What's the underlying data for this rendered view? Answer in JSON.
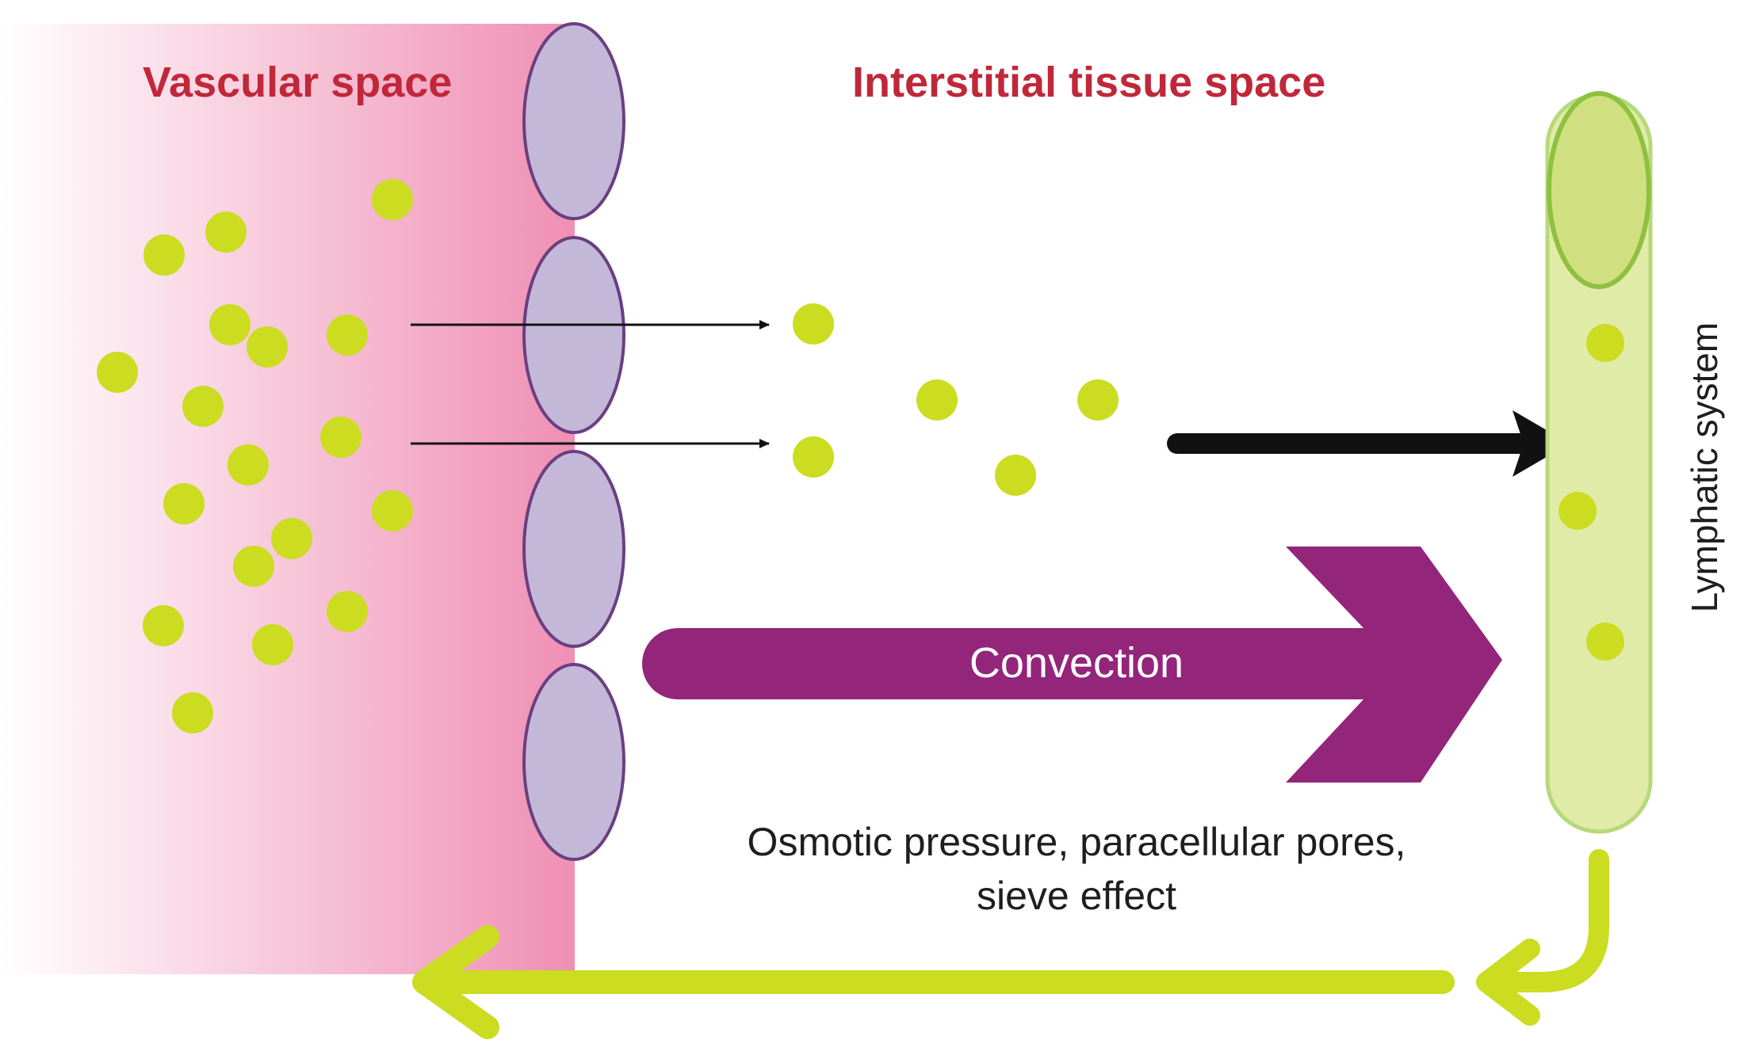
{
  "labels": {
    "vascular_space": "Vascular space",
    "interstitial_space": "Interstitial tissue space",
    "lymphatic_system": "Lymphatic system",
    "convection": "Convection",
    "mechanism_line1": "Osmotic pressure, paracellular pores,",
    "mechanism_line2": "sieve effect"
  },
  "colors": {
    "title_text": "#c0283a",
    "vascular_gradient_start": "#ffffff",
    "vascular_gradient_end": "#ef8fb4",
    "endothelial_cell_fill": "#c4b8d9",
    "endothelial_cell_stroke": "#6a3f80",
    "particle": "#cbdc21",
    "convection_arrow": "#93257a",
    "lymph_vessel_fill": "#e0eba8",
    "lymph_vessel_stroke": "#b6d97a",
    "lymph_vessel_cap": "#d0e081",
    "lymph_vessel_cap_stroke": "#8fc040",
    "return_arrow": "#cbdc21",
    "flow_arrow": "#111111"
  },
  "icons": {
    "endothelial_cell": "oval-cell",
    "particle": "circle-dot"
  }
}
